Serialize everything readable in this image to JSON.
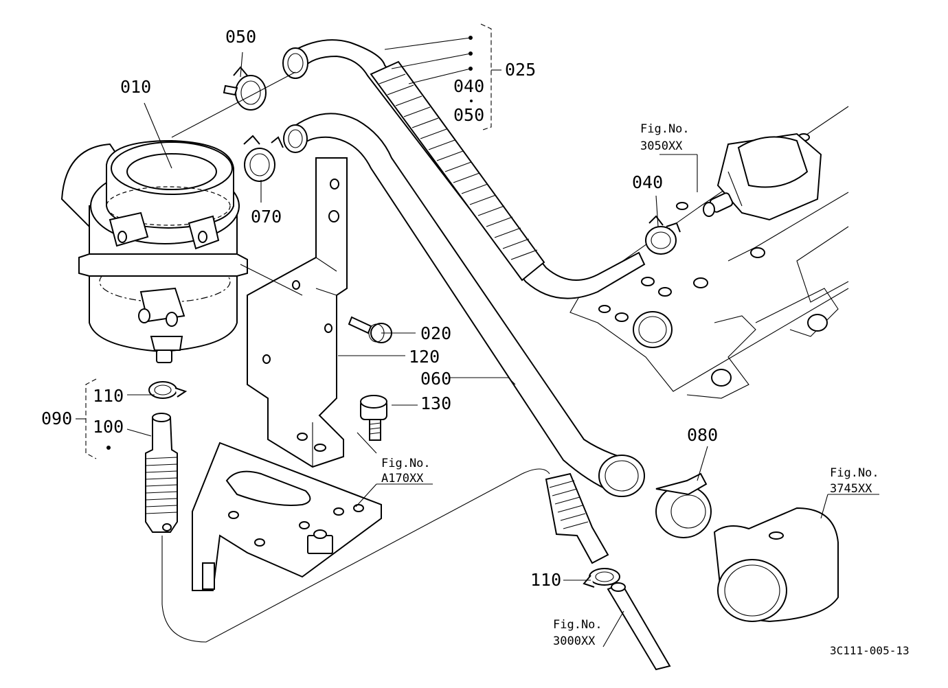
{
  "labels": {
    "p010": "010",
    "p020": "020",
    "p025": "025",
    "p040_bracket": "040",
    "p040": "040",
    "p050_bracket": "050",
    "p050": "050",
    "p060": "060",
    "p070": "070",
    "p080": "080",
    "p090": "090",
    "p100": "100",
    "p110_top": "110",
    "p110_bottom": "110",
    "p120": "120",
    "p130": "130"
  },
  "fig_refs": {
    "ref_3050": {
      "line1": "Fig.No.",
      "line2": "3050XX"
    },
    "ref_a170": {
      "line1": "Fig.No.",
      "line2": "A170XX"
    },
    "ref_3745": {
      "line1": "Fig.No.",
      "line2": "3745XX"
    },
    "ref_3000": {
      "line1": "Fig.No.",
      "line2": "3000XX"
    }
  },
  "diagram_id": "3C111-005-13"
}
